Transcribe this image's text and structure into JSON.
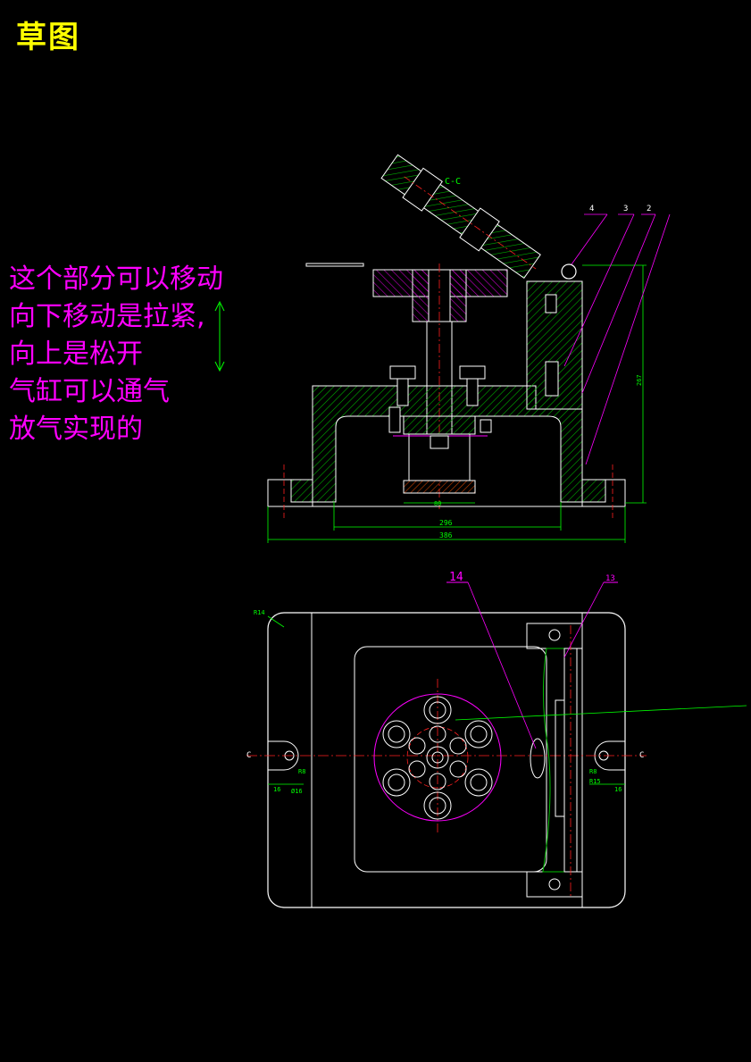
{
  "title": "草图",
  "note_lines": [
    "这个部分可以移动",
    "向下移动是拉紧,",
    "向上是松开",
    "气缸可以通气",
    "放气实现的"
  ],
  "section_label": "C-C",
  "part_numbers": [
    "4",
    "3",
    "2"
  ],
  "top_dims": {
    "inner_width": "296",
    "overall_width": "386",
    "height": "267",
    "bore": "80"
  },
  "plan_labels": {
    "part14": "14",
    "part13": "13",
    "radius": "R14",
    "left_c": "C",
    "right_c": "C"
  },
  "plan_dims": {
    "left_slot": "16",
    "right_slot": "16",
    "left_dia": "Ø16",
    "right_dia": "R15",
    "left_r": "R8",
    "right_r": "R8"
  },
  "colors": {
    "background": "#000000",
    "title": "#ffff00",
    "note": "#ff00ff",
    "outline": "#ffffff",
    "hatch": "#00c000",
    "center": "#ff2020",
    "dimension": "#00ff00",
    "leader": "#ff00ff"
  }
}
